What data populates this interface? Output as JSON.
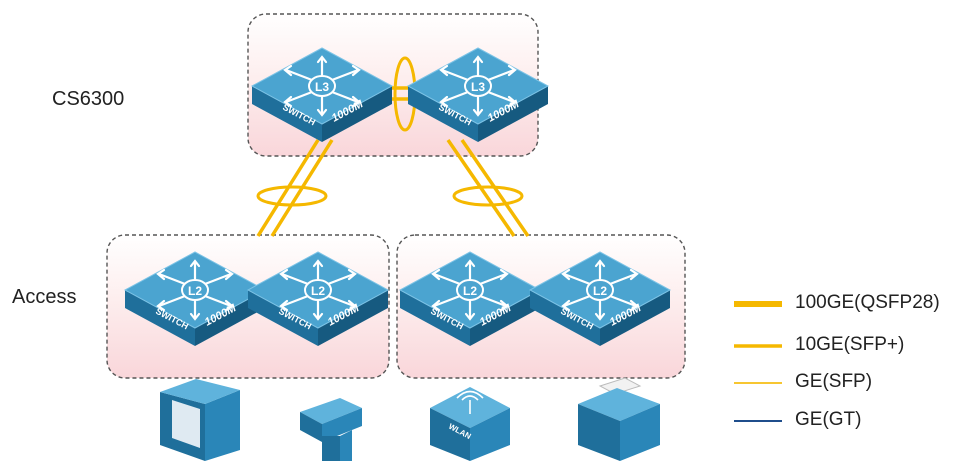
{
  "layers": {
    "core": "CS6300",
    "access": "Access"
  },
  "switch_text": {
    "core_badge": "L3",
    "access_badge": "L2",
    "brand": "SWITCH",
    "speed": "1000M"
  },
  "endpoints": {
    "ap_badge": "WLAN"
  },
  "legend": [
    {
      "label": "100GE(QSFP28)",
      "color": "#f5b800",
      "thickness": "thick"
    },
    {
      "label": "10GE(SFP+)",
      "color": "#f5b800",
      "thickness": "medium"
    },
    {
      "label": "GE(SFP)",
      "color": "#f7c631",
      "thickness": "thin"
    },
    {
      "label": "GE(GT)",
      "color": "#1f4e8c",
      "thickness": "thin"
    }
  ],
  "colors": {
    "switch_top": "#4aa3cf",
    "switch_side": "#1e6c97",
    "group_fill": "#fbe1e3",
    "link": "#f5b800"
  }
}
